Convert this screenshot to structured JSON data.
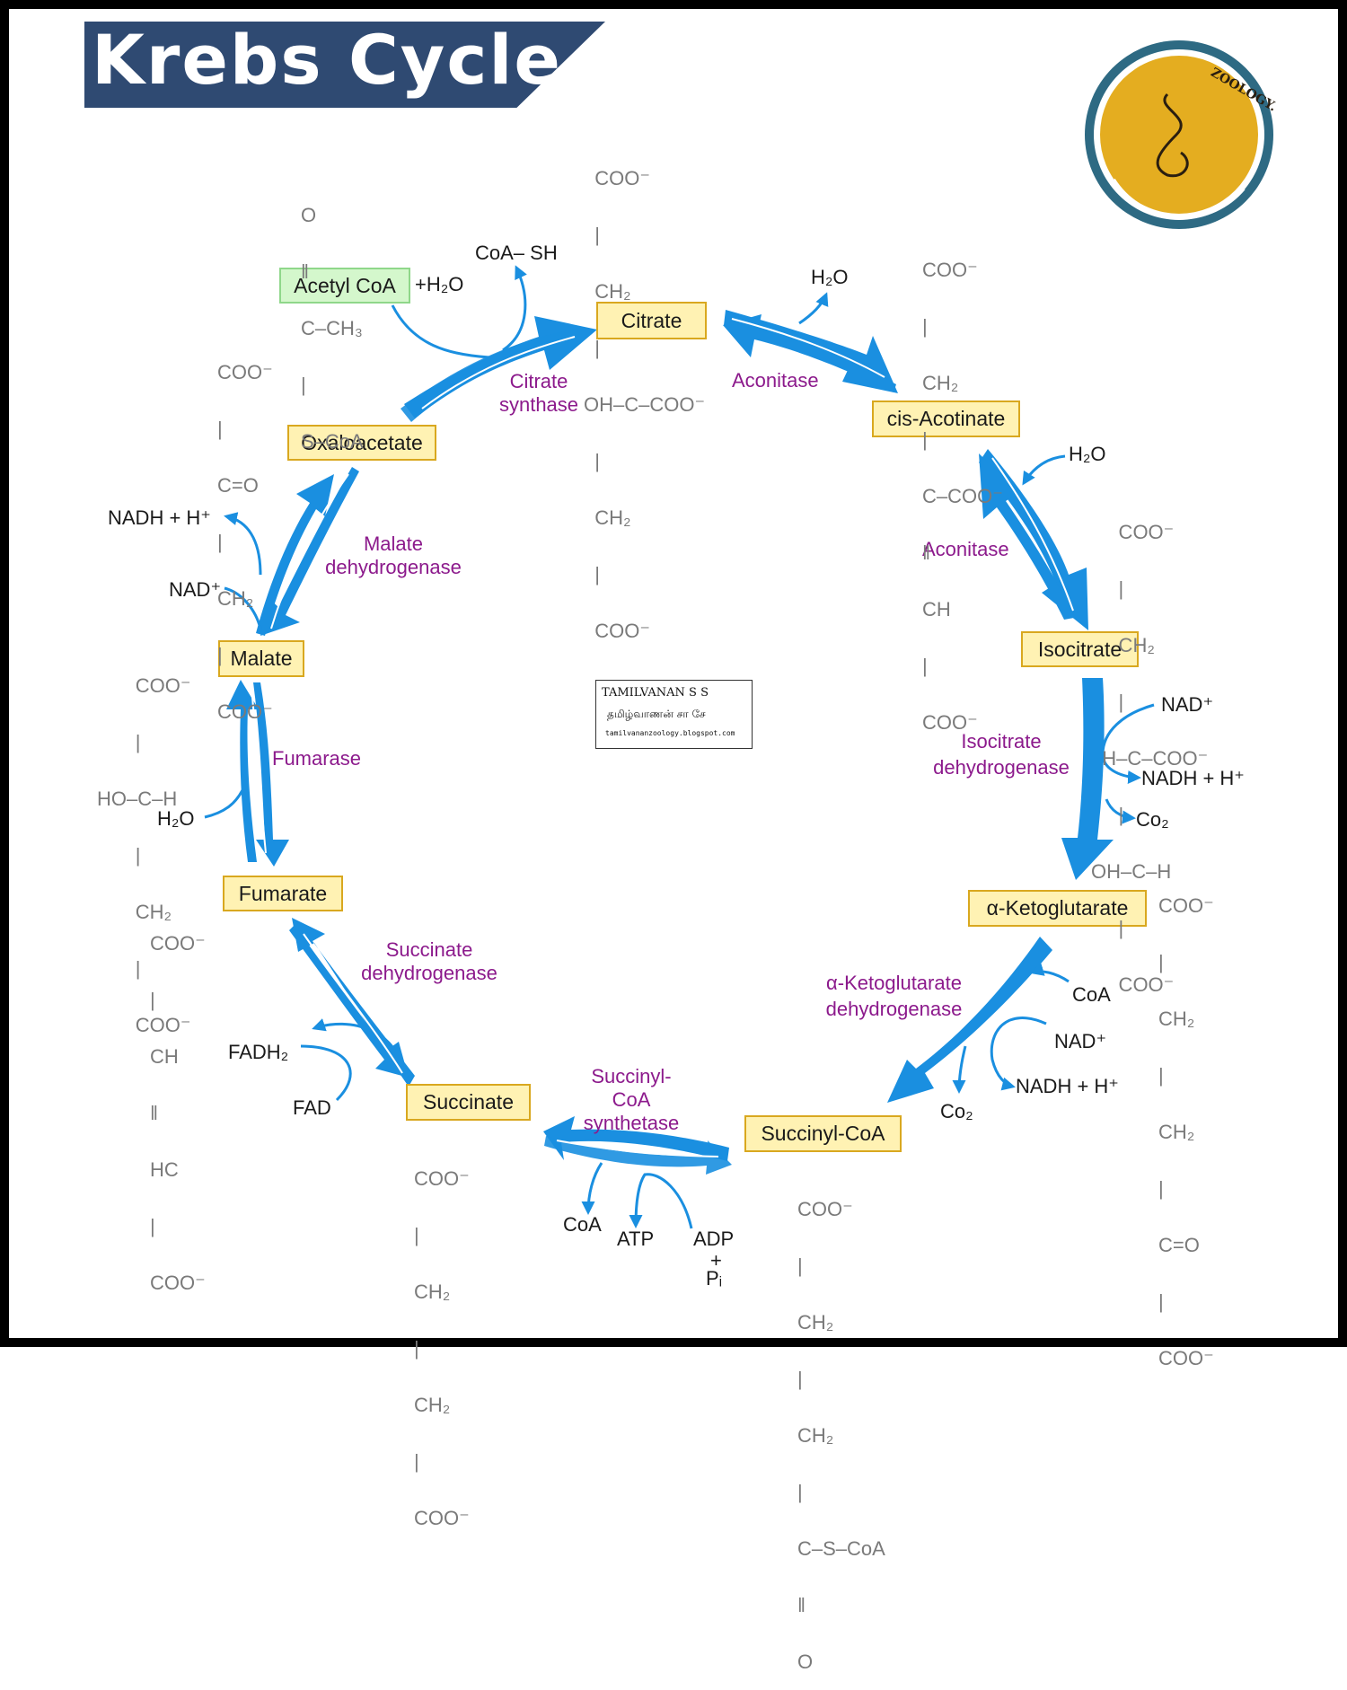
{
  "title": "Krebs Cycle",
  "logo": {
    "text": "ZOOLOGY.",
    "colors": {
      "ring": "#2e6a83",
      "fill": "#e4ad20"
    }
  },
  "watermark": {
    "name": "TAMILVANAN S S",
    "tamil": "தமிழ்வாணன் சா சே",
    "url": "tamilvananzoology.blogspot.com"
  },
  "colors": {
    "arrow": "#1a8fe0",
    "enzyme": "#8c1a8c",
    "box_fill": "#fff2b3",
    "box_border": "#d9a81f",
    "acetyl_fill": "#d4f7cc"
  },
  "intermediates": {
    "acetyl_coa": "Acetyl CoA",
    "citrate": "Citrate",
    "cis_aconitate": "cis-Acotinate",
    "isocitrate": "Isocitrate",
    "alpha_ketoglutarate": "α-Ketoglutarate",
    "succinyl_coa": "Succinyl-CoA",
    "succinate": "Succinate",
    "fumarate": "Fumarate",
    "malate": "Malate",
    "oxaloacetate": "Oxaloacetate"
  },
  "enzymes": {
    "citrate_synthase": [
      "Citrate",
      "synthase"
    ],
    "aconitase_1": "Aconitase",
    "aconitase_2": "Aconitase",
    "isocitrate_dehydrogenase": [
      "Isocitrate",
      "dehydrogenase"
    ],
    "akg_dehydrogenase": [
      "α-Ketoglutarate",
      "dehydrogenase"
    ],
    "succinyl_coa_synthetase": [
      "Succinyl-",
      "CoA",
      "synthetase"
    ],
    "succinate_dehydrogenase": [
      "Succinate",
      "dehydrogenase"
    ],
    "fumarase": "Fumarase",
    "malate_dehydrogenase": [
      "Malate",
      "dehydrogenase"
    ]
  },
  "cofactors": {
    "plus_h2o": "+H₂O",
    "coa_sh": "CoA– SH",
    "h2o_citrate": "H₂O",
    "h2o_aconitase": "H₂O",
    "nad_isocitrate": "NAD⁺",
    "nadh_isocitrate": "NADH + H⁺",
    "co2_isocitrate": "Co₂",
    "coa_akg": "CoA",
    "nad_akg": "NAD⁺",
    "nadh_akg": "NADH + H⁺",
    "co2_akg": "Co₂",
    "coa_succ": "CoA",
    "atp": "ATP",
    "adp": "ADP",
    "plus": "+",
    "pi": "Pᵢ",
    "fadh2": "FADH₂",
    "fad": "FAD",
    "h2o_fumarase": "H₂O",
    "nadh_malate": "NADH + H⁺",
    "nad_malate": "NAD⁺"
  },
  "structures": {
    "acetyl_coa": [
      "O",
      "‖",
      "C–CH₃",
      "|",
      "S–CoA"
    ],
    "citrate": [
      "  COO⁻",
      "  |",
      "  CH₂",
      "  |",
      "OH–C–COO⁻",
      "  |",
      "  CH₂",
      "  |",
      "  COO⁻"
    ],
    "cis_aconitate": [
      "COO⁻",
      "|",
      "CH₂",
      "|",
      "C–COO⁻",
      "‖",
      "CH",
      "|",
      "COO⁻"
    ],
    "isocitrate": [
      "     COO⁻",
      "     |",
      "     CH₂",
      "     |",
      "  H–C–COO⁻",
      "     |",
      "OH–C–H",
      "     |",
      "     COO⁻"
    ],
    "alpha_ketoglutarate": [
      "COO⁻",
      "|",
      "CH₂",
      "|",
      "CH₂",
      "|",
      "C=O",
      "|",
      "COO⁻"
    ],
    "succinyl_coa": [
      "COO⁻",
      "|",
      "CH₂",
      "|",
      "CH₂",
      "|",
      "C–S–CoA",
      "‖",
      "O"
    ],
    "succinate": [
      "COO⁻",
      "|",
      "CH₂",
      "|",
      "CH₂",
      "|",
      "COO⁻"
    ],
    "fumarate": [
      "COO⁻",
      "|",
      "CH",
      "‖",
      "HC",
      "|",
      "COO⁻"
    ],
    "malate": [
      "       COO⁻",
      "       |",
      "HO–C–H",
      "       |",
      "       CH₂",
      "       |",
      "       COO⁻"
    ],
    "oxaloacetate": [
      "COO⁻",
      "|",
      "C=O",
      "|",
      "CH₂",
      "|",
      "COO⁻"
    ]
  }
}
